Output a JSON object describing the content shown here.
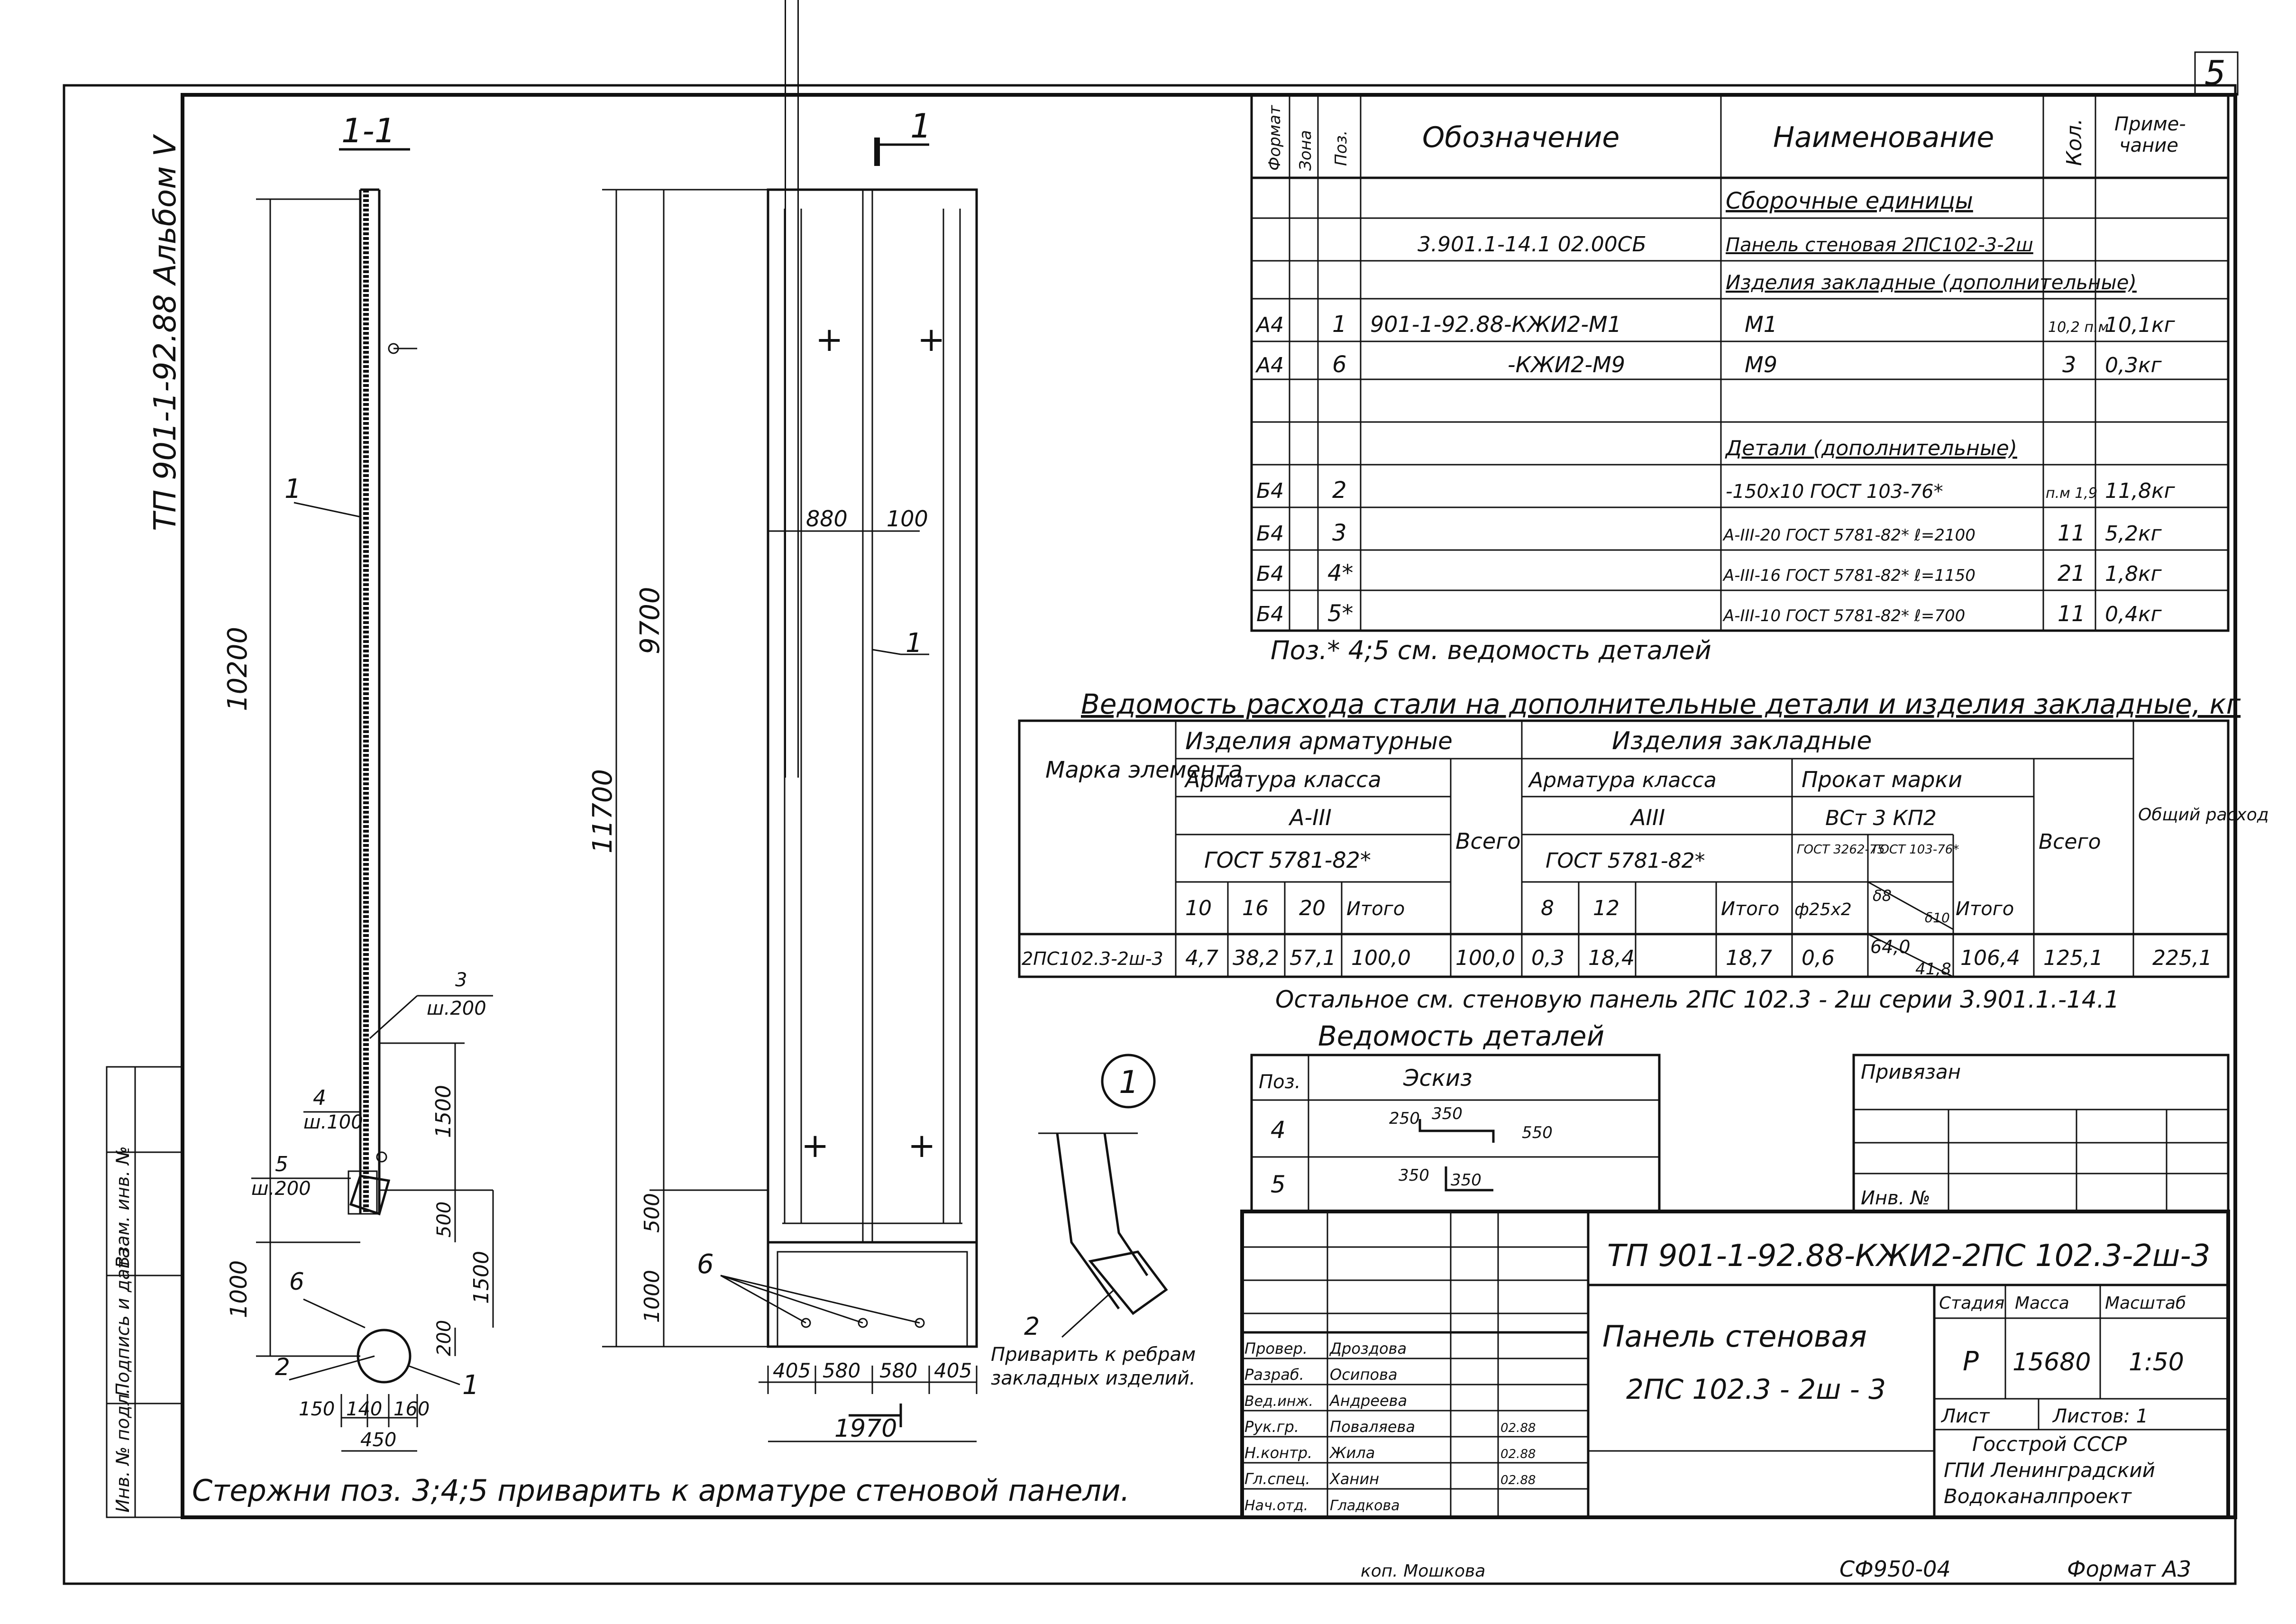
{
  "sheet": {
    "page_number": "5",
    "side_title": "ТП 901-1-92.88 Альбом V",
    "side_stamp": [
      "Инв. № подл.",
      "Подпись и дата",
      "Взам. инв. №"
    ],
    "bottom_note": "Стержни поз. 3;4;5 приварить к арматуре стеновой панели.",
    "footer_left": "коп. Мошкова",
    "footer_code": "СФ950-04",
    "footer_format": "Формат А3"
  },
  "section": {
    "label": "1-1",
    "dims": {
      "d10200": "10200",
      "d1000": "1000",
      "d1500a": "1500",
      "d500": "500",
      "d1500b": "1500",
      "d200": "200",
      "d150": "150",
      "d140": "140",
      "d160": "160",
      "d450": "450"
    },
    "leaders": {
      "p1": "1",
      "p3": "3",
      "p3w": "ш.200",
      "p4": "4",
      "p4w": "ш.100",
      "p5": "5",
      "p5w": "ш.200",
      "p6": "6",
      "p2": "2",
      "p1b": "1"
    }
  },
  "elevation": {
    "cut_label": "1",
    "dims": {
      "d11700": "11700",
      "d9700": "9700",
      "d500": "500",
      "d1000": "1000",
      "d880": "880",
      "d100": "100",
      "d405a": "405",
      "d580a": "580",
      "d580b": "580",
      "d405b": "405",
      "d1970": "1970"
    },
    "leaders": {
      "p1": "1",
      "p6": "6"
    }
  },
  "detail": {
    "label": "1",
    "leader": "2",
    "note_line1": "Приварить к ребрам",
    "note_line2": "закладных изделий."
  },
  "spec_table": {
    "headers": {
      "format": "Формат",
      "zone": "Зона",
      "pos": "Поз.",
      "designation": "Обозначение",
      "name": "Наименование",
      "qty": "Кол.",
      "note_line1": "Приме-",
      "note_line2": "чание"
    },
    "rows": [
      {
        "format": "",
        "pos": "",
        "designation": "",
        "name": "Сборочные единицы",
        "qty": "",
        "note": "",
        "underline": true
      },
      {
        "format": "",
        "pos": "",
        "designation": "3.901.1-14.1 02.00СБ",
        "name": "Панель стеновая 2ПС102-3-2ш",
        "qty": "",
        "note": ""
      },
      {
        "format": "",
        "pos": "",
        "designation": "",
        "name": "Изделия закладные (дополнительные)",
        "qty": "",
        "note": "",
        "underline": true
      },
      {
        "format": "А4",
        "pos": "1",
        "designation": "901-1-92.88-КЖИ2-М1",
        "name": "М1",
        "qty": "10,2 п.м",
        "note": "10,1кг"
      },
      {
        "format": "А4",
        "pos": "6",
        "designation": "-КЖИ2-М9",
        "name": "М9",
        "qty": "3",
        "note": "0,3кг"
      },
      {
        "format": "",
        "pos": "",
        "designation": "",
        "name": "",
        "qty": "",
        "note": ""
      },
      {
        "format": "",
        "pos": "",
        "designation": "",
        "name": "Детали (дополнительные)",
        "qty": "",
        "note": "",
        "underline": true
      },
      {
        "format": "Б4",
        "pos": "2",
        "designation": "",
        "name": "-150x10 ГОСТ 103-76*",
        "qty": "п.м 1,9",
        "note": "11,8кг"
      },
      {
        "format": "Б4",
        "pos": "3",
        "designation": "",
        "name": "А-III-20 ГОСТ 5781-82* ℓ=2100",
        "qty": "11",
        "note": "5,2кг"
      },
      {
        "format": "Б4",
        "pos": "4*",
        "designation": "",
        "name": "А-III-16 ГОСТ 5781-82* ℓ=1150",
        "qty": "21",
        "note": "1,8кг"
      },
      {
        "format": "Б4",
        "pos": "5*",
        "designation": "",
        "name": "А-III-10 ГОСТ 5781-82* ℓ=700",
        "qty": "11",
        "note": "0,4кг"
      }
    ],
    "footnote": "Поз.* 4;5 см. ведомость деталей"
  },
  "steel_table": {
    "title": "Ведомость расхода стали на дополнительные детали и изделия закладные, кг",
    "h_mark": "Марка элемента",
    "h_arm_items": "Изделия арматурные",
    "h_arm_class": "Арматура класса",
    "h_a3": "А-III",
    "h_gost1": "ГОСТ 5781-82*",
    "h_total1": "Всего",
    "h_emb_items": "Изделия закладные",
    "h_arm_class2": "Арматура класса",
    "h_a3b": "АIII",
    "h_gost2": "ГОСТ 5781-82*",
    "h_rolled": "Прокат марки",
    "h_steel": "ВСт 3 КП2",
    "h_gost3": "ГОСТ 3262-75",
    "h_gost4": "ГОСТ 103-76*",
    "h_total2": "Всего",
    "h_overall": "Общий расход",
    "sub": {
      "c10": "10",
      "c16": "16",
      "c20": "20",
      "itogo1": "Итого",
      "c8": "8",
      "c12": "12",
      "itogo2": "Итого",
      "pipe": "ф25x2",
      "d8": "δ8",
      "d10": "δ10",
      "itogo3": "Итого"
    },
    "row": {
      "mark": "2ПС102.3-2ш-3",
      "v10": "4,7",
      "v16": "38,2",
      "v20": "57,1",
      "itogo1": "100,0",
      "total1": "100,0",
      "v8": "0,3",
      "v12": "18,4",
      "itogo2": "18,7",
      "pipe": "0,6",
      "d8": "64,0",
      "d10": "41,8",
      "itogo3": "106,4",
      "total2": "125,1",
      "overall": "225,1"
    },
    "note": "Остальное см. стеновую панель 2ПС 102.3 - 2ш серии 3.901.1.-14.1"
  },
  "details_table": {
    "title": "Ведомость деталей",
    "h_pos": "Поз.",
    "h_sketch": "Эскиз",
    "rows": [
      {
        "pos": "4",
        "a": "250",
        "b": "350",
        "c": "550"
      },
      {
        "pos": "5",
        "a": "350",
        "b": "350"
      }
    ]
  },
  "binding": {
    "label": "Привязан",
    "inv": "Инв. №"
  },
  "title_block": {
    "doc_code": "ТП 901-1-92.88-КЖИ2-2ПС 102.3-2ш-3",
    "name_line1": "Панель стеновая",
    "name_line2": "2ПС 102.3 - 2ш - 3",
    "h_stage": "Стадия",
    "h_mass": "Масса",
    "h_scale": "Масштаб",
    "stage": "Р",
    "mass": "15680",
    "scale": "1:50",
    "sheet": "Лист",
    "sheets": "Листов: 1",
    "org_line1": "Госстрой СССР",
    "org_line2": "ГПИ Ленинградский",
    "org_line3": "Водоканалпроект",
    "signers": [
      {
        "role": "Провер.",
        "name": "Дроздова",
        "date": ""
      },
      {
        "role": "Разраб.",
        "name": "Осипова",
        "date": ""
      },
      {
        "role": "Вед.инж.",
        "name": "Андреева",
        "date": ""
      },
      {
        "role": "Рук.гр.",
        "name": "Поваляева",
        "date": "02.88"
      },
      {
        "role": "Н.контр.",
        "name": "Жила",
        "date": "02.88"
      },
      {
        "role": "Гл.спец.",
        "name": "Ханин",
        "date": "02.88"
      },
      {
        "role": "Нач.отд.",
        "name": "Гладкова",
        "date": ""
      }
    ]
  }
}
